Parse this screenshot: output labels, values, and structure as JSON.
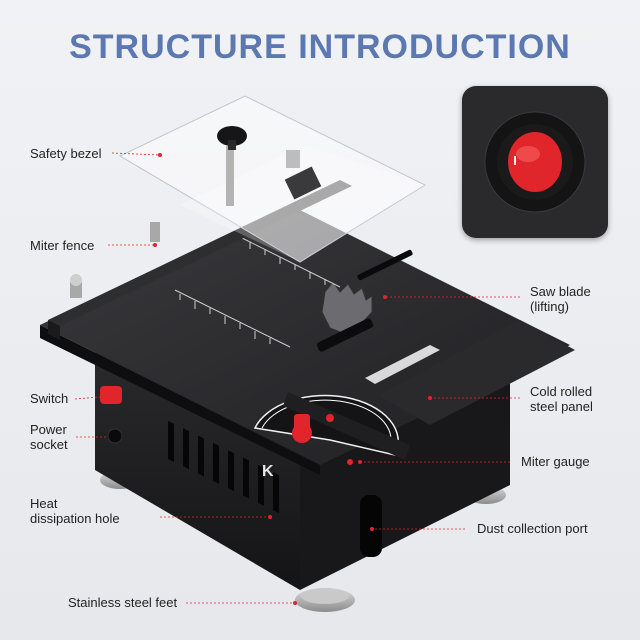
{
  "title": "STRUCTURE INTRODUCTION",
  "switch_mark": "I",
  "labels": {
    "safety_bezel": "Safety bezel",
    "miter_fence": "Miter fence",
    "switch": "Switch",
    "power_socket_1": "Power",
    "power_socket_2": "socket",
    "heat_1": "Heat",
    "heat_2": "dissipation hole",
    "feet": "Stainless steel feet",
    "saw_1": "Saw blade",
    "saw_2": "(lifting)",
    "cold_1": "Cold rolled",
    "cold_2": "steel panel",
    "miter_gauge": "Miter gauge",
    "dust": "Dust collection port"
  },
  "colors": {
    "title": "#5b79b0",
    "accent_red": "#e0262a",
    "body": "#1e1e20",
    "leader": "#e0262a"
  }
}
